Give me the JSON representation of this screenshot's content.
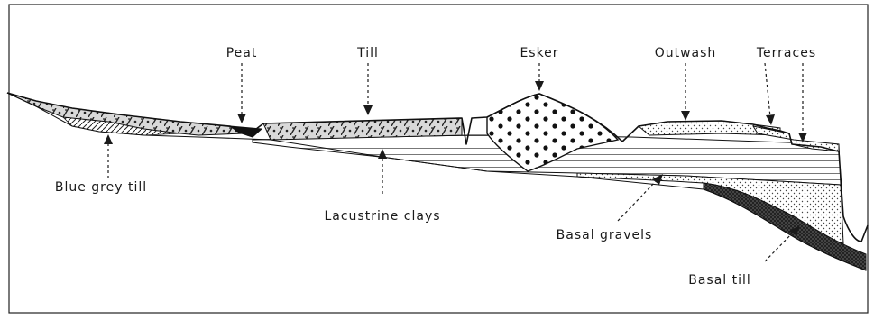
{
  "labels": {
    "peat": "Peat",
    "till": "Till",
    "esker": "Esker",
    "outwash": "Outwash",
    "terraces": "Terraces",
    "blue_grey_till": "Blue grey till",
    "lacustrine_clays": "Lacustrine clays",
    "basal_gravels": "Basal gravels",
    "basal_till": "Basal till"
  }
}
